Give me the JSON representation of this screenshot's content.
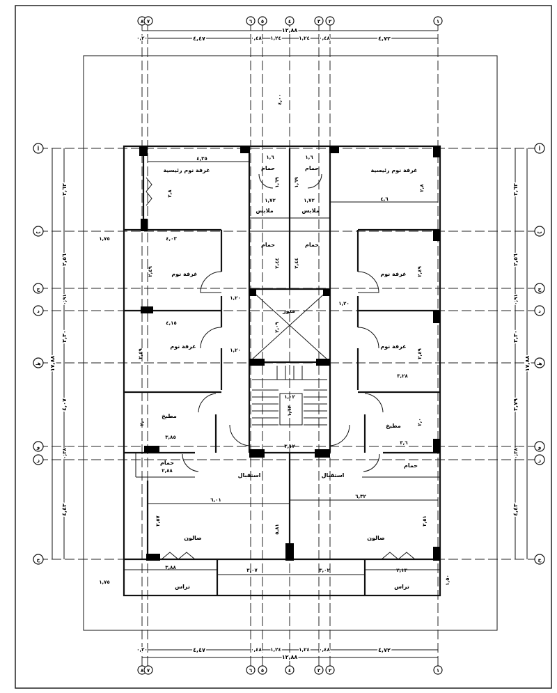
{
  "axes_vertical": [
    {
      "id": "8",
      "label": "٨"
    },
    {
      "id": "7",
      "label": "٧"
    },
    {
      "id": "6",
      "label": "٦"
    },
    {
      "id": "5",
      "label": "٥"
    },
    {
      "id": "4",
      "label": "٤"
    },
    {
      "id": "3",
      "label": "٣"
    },
    {
      "id": "2",
      "label": "٢"
    },
    {
      "id": "1",
      "label": "١"
    }
  ],
  "axes_horizontal": [
    {
      "label": "أ"
    },
    {
      "label": "ب"
    },
    {
      "label": "ج"
    },
    {
      "label": "د"
    },
    {
      "label": "هـ"
    },
    {
      "label": "و"
    },
    {
      "label": "ز"
    },
    {
      "label": "ح"
    }
  ],
  "dims_top": {
    "total": "١٢,٨٨",
    "segments": [
      "٠,٢٠",
      "٤,٤٧",
      "٠,٤٨",
      "١,٢٤",
      "١,٢٤",
      "٠,٤٨",
      "٤,٧٢"
    ]
  },
  "dims_left": {
    "total": "١٧,٨٨",
    "segments": [
      "٢,٦٢",
      "٢,٥٦",
      "٠,٩١",
      "٢,٣٠",
      "٤,٠٧",
      "٠,٣٨",
      "٤,٤٣"
    ]
  },
  "dims_right": {
    "total": "١٧,٨٨",
    "segments": [
      "٢,٦٢",
      "٢,٥٦",
      "٠,٩١",
      "٢,٣٠",
      "٣,٧٩",
      "٠,٣٨",
      "٤,٤٣"
    ]
  },
  "rooms": {
    "master_bedroom": "غرفة نوم رئيسية",
    "bedroom": "غرفة نوم",
    "bathroom": "حمام",
    "dressing": "ملابس",
    "kitchen": "مطبخ",
    "reception": "استقبال",
    "salon": "صالون",
    "terrace": "تراس",
    "lightwell": "منور"
  },
  "room_dims": {
    "master_w_left": "٤,٣٥",
    "master_w_right": "٤,٦",
    "master_h": "٢,٨",
    "bath_w": "١,٦",
    "dress_w": "١,٧٢",
    "bath_h": "١,٦٩",
    "bath2_h": "٢,٤٤",
    "bed_w_left": "٤,٠٣",
    "bed_h": "٢,٤٩",
    "bed2_w": "٤,١٥",
    "bed_right_w": "٣,٢٨",
    "corr": "١,٢٠",
    "kitchen_w_left": "٣,٨٥",
    "kitchen_w_right": "٣,٦",
    "kitchen_h": "٢,٠",
    "stair_w": "٣,١٢",
    "stair_mid": "١,٠٢",
    "stair_len": "١,٦٢",
    "lift": "٢,٠٩",
    "reception_left": "٦,٠١",
    "reception_right": "٦,٣٢",
    "salon_h": "٢,٥٧",
    "salon_h_r": "٢,٥١",
    "terrace_left": "٣,٨٨",
    "terrace_mid_l": "٣,٠٧",
    "terrace_mid_r": "٣,٠٢",
    "terrace_right": "٢,١٣",
    "top_offset": "٤,٠٠",
    "terrace_off": "١,٧٥",
    "terrace_depth": "١,٥٠",
    "wc_w": "٢,٨٨",
    "height": "٥,٨١"
  }
}
